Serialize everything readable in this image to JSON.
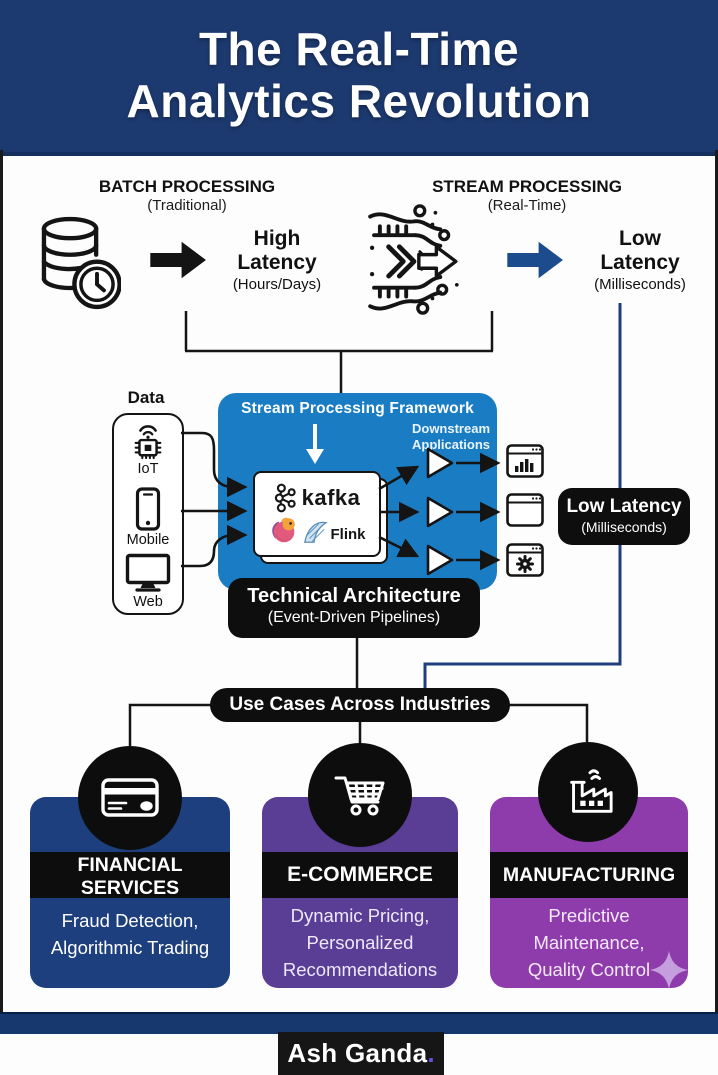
{
  "header": {
    "title_line1": "The Real-Time",
    "title_line2": "Analytics Revolution"
  },
  "comparison": {
    "batch": {
      "title": "BATCH PROCESSING",
      "subtitle": "(Traditional)",
      "result1": "High",
      "result2": "Latency",
      "note": "(Hours/Days)"
    },
    "stream": {
      "title": "STREAM PROCESSING",
      "subtitle": "(Real-Time)",
      "result1": "Low",
      "result2": "Latency",
      "note": "(Milliseconds)"
    }
  },
  "pipeline": {
    "data_label": "Data",
    "sources": [
      {
        "label": "IoT"
      },
      {
        "label": "Mobile"
      },
      {
        "label": "Web"
      }
    ],
    "framework_title": "Stream Processing Framework",
    "kafka_label": "kafka",
    "flink_label": "Flink",
    "downstream_line1": "Downstream",
    "downstream_line2": "Applications",
    "latency_badge_line1": "Low Latency",
    "latency_badge_line2": "(Milliseconds)",
    "arch_badge_line1": "Technical Architecture",
    "arch_badge_line2": "(Event-Driven Pipelines)"
  },
  "use_cases": {
    "title": "Use Cases Across Industries",
    "cards": [
      {
        "title_lines": [
          "FINANCIAL",
          "SERVICES"
        ],
        "desc_lines": [
          "Fraud Detection,",
          "Algorithmic Trading"
        ],
        "color": "#1d3f7e",
        "icon": "credit-card-icon"
      },
      {
        "title_lines": [
          "E-COMMERCE"
        ],
        "desc_lines": [
          "Dynamic Pricing,",
          "Personalized",
          "Recommendations"
        ],
        "color": "#5a3d94",
        "icon": "shopping-cart-icon"
      },
      {
        "title_lines": [
          "MANUFACTURING"
        ],
        "desc_lines": [
          "Predictive",
          "Maintenance,",
          "Quality Control"
        ],
        "color": "#8e3cab",
        "icon": "factory-icon"
      }
    ]
  },
  "footer": {
    "brand": "Ash Ganda",
    "brand_dot": "."
  },
  "icons": {
    "batch": "database-clock-icon",
    "stream": "stream-flow-icon",
    "sources": [
      "iot-chip-icon",
      "smartphone-icon",
      "monitor-icon"
    ],
    "downstream": [
      "play-triangle-icon",
      "chart-window-icon",
      "browser-window-icon",
      "gear-window-icon"
    ],
    "logos": [
      "kafka-logo",
      "flink-logo"
    ],
    "decoration": "sparkle-icon"
  },
  "colors": {
    "header_navy": "#1d3a70",
    "framework_blue": "#1a7dc4",
    "stream_arrow_navy": "#1d4c8e",
    "connector_navy": "#1e3f7c",
    "badge_black": "#0e0e0e",
    "financial_navy": "#1d3f7e",
    "ecommerce_purple": "#5a3d94",
    "manufacturing_purple": "#8e3cab",
    "brand_dot_violet": "#6b4ee6"
  }
}
